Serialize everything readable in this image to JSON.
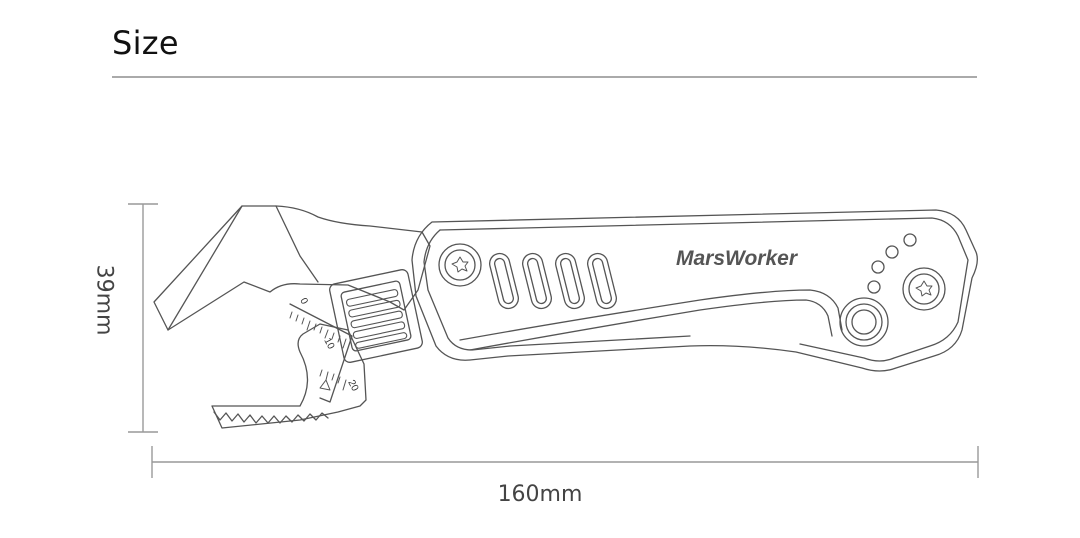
{
  "header": {
    "title": "Size"
  },
  "product": {
    "brand": "MarsWorker"
  },
  "scale": {
    "marks": [
      "0",
      "10",
      "20"
    ]
  },
  "dimensions": {
    "height_label": "39mm",
    "length_label": "160mm"
  },
  "colors": {
    "line": "#555555",
    "rule": "#aaaaaa",
    "text": "#111111",
    "dimension": "#999999"
  }
}
